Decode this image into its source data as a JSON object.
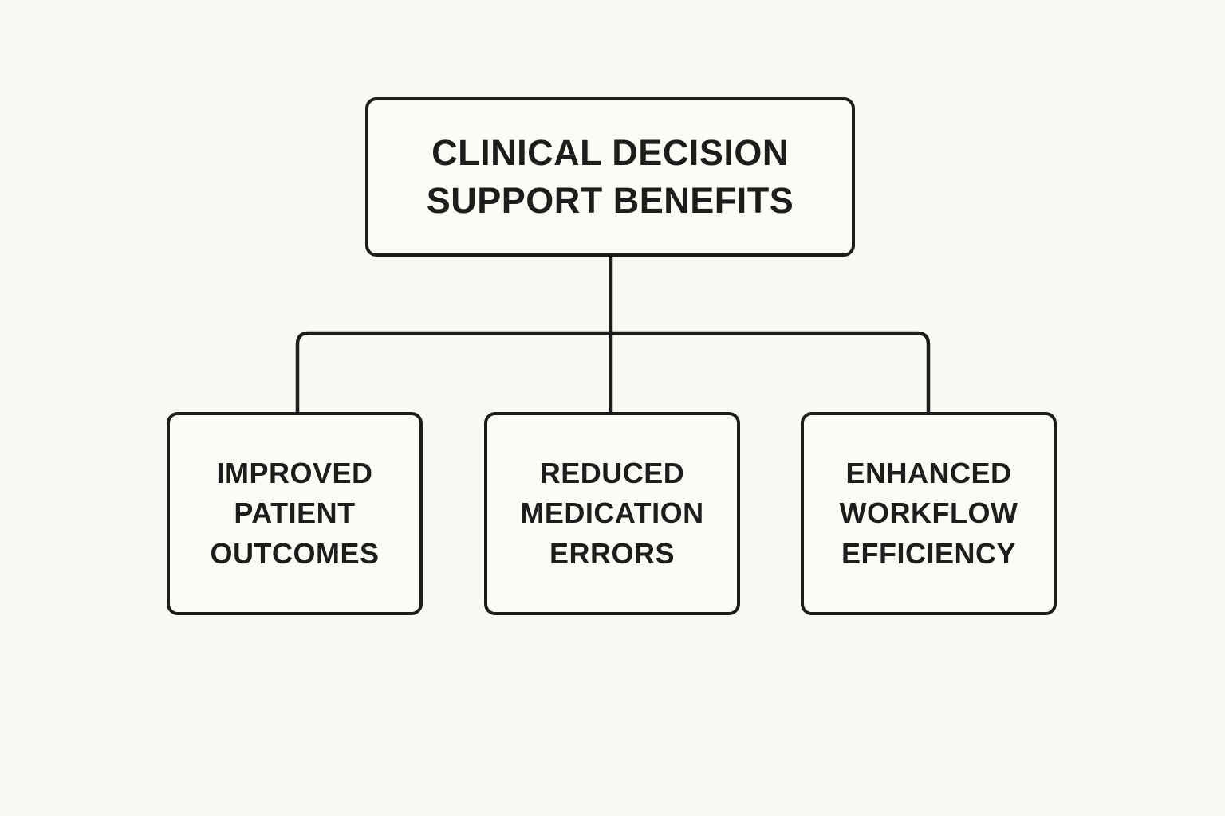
{
  "diagram": {
    "type": "flowchart",
    "root": {
      "label": "CLINICAL DECISION SUPPORT BENEFITS"
    },
    "children": [
      {
        "label": "IMPROVED PATIENT OUTCOMES"
      },
      {
        "label": "REDUCED MEDICATION ERRORS"
      },
      {
        "label": "ENHANCED WORKFLOW EFFICIENCY"
      }
    ],
    "colors": {
      "background": "#faf9f6",
      "box_fill": "#fcfbf8",
      "line": "#1d1d1b",
      "text": "#1d1d1b"
    }
  }
}
